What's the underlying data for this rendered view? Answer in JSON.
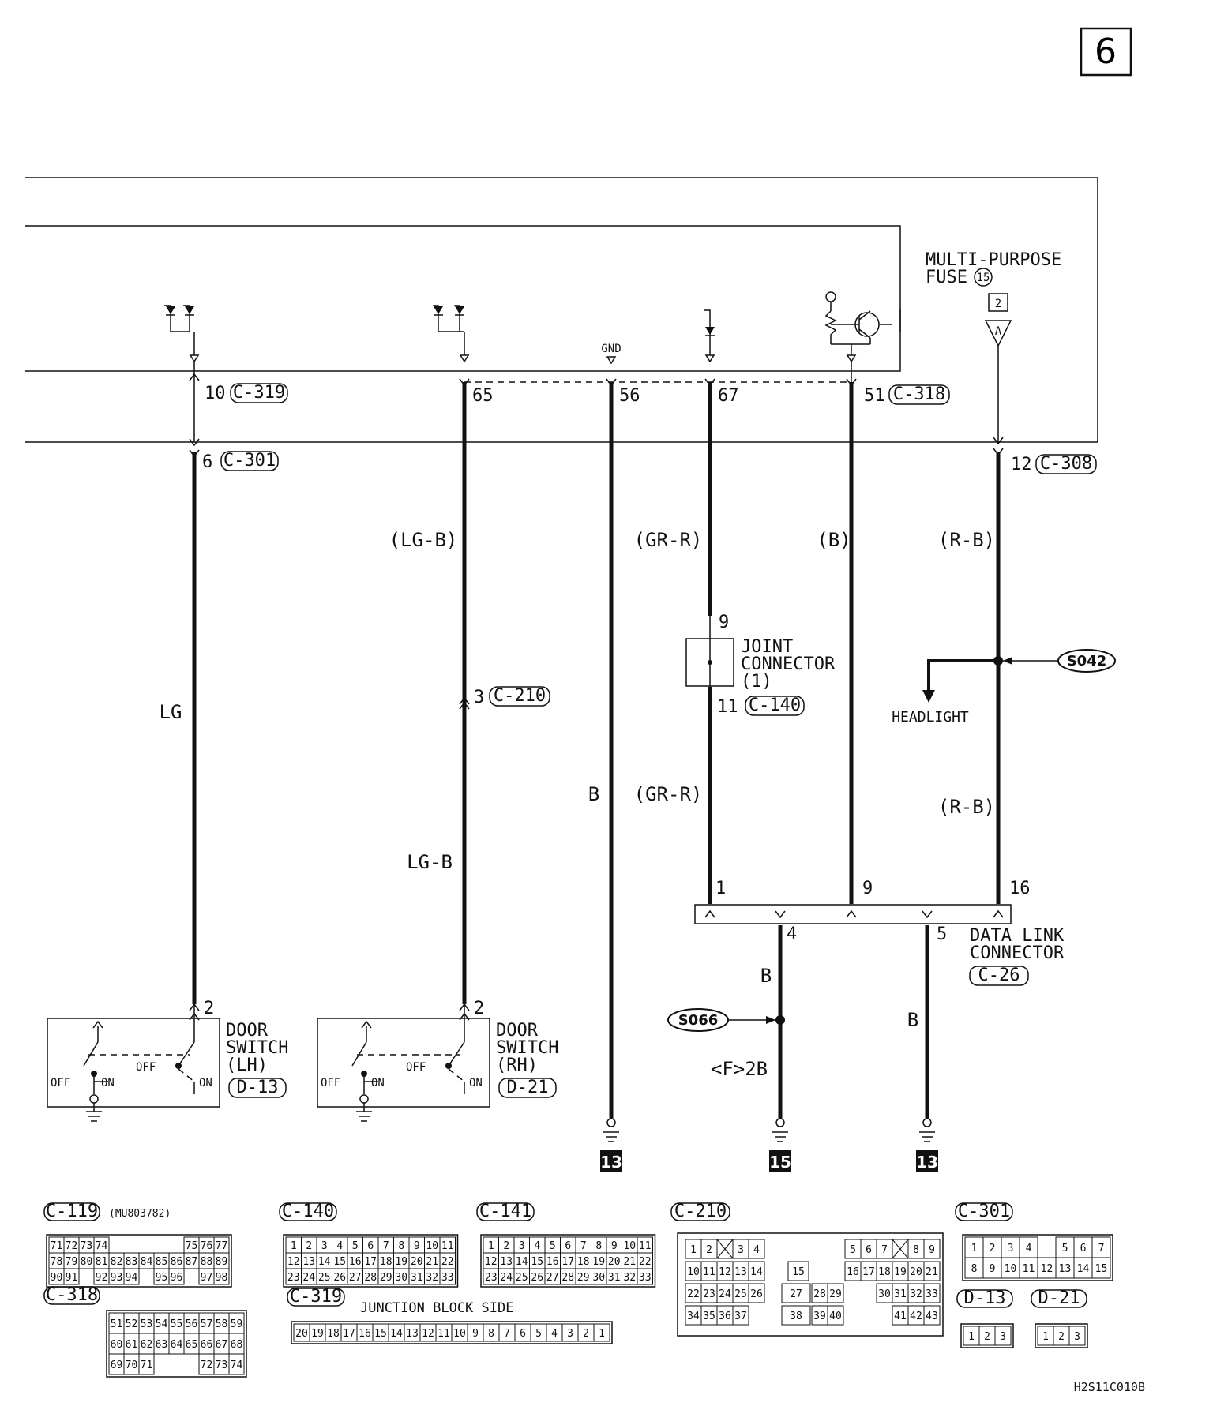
{
  "page_number": "6",
  "fuse": {
    "title_line1": "MULTI-PURPOSE",
    "title_line2": "FUSE",
    "number": "15",
    "box_label": "2",
    "terminal": "A"
  },
  "gnd_label": "GND",
  "ecu_pins": [
    {
      "pin": "10",
      "connector": "C-319"
    },
    {
      "pin": "65",
      "connector": ""
    },
    {
      "pin": "56",
      "connector": ""
    },
    {
      "pin": "67",
      "connector": ""
    },
    {
      "pin": "51",
      "connector": "C-318"
    },
    {
      "pin": "12",
      "connector": "C-308"
    }
  ],
  "pin6_label": "6",
  "pin6_connector": "C-301",
  "wire_colors": {
    "lg": "LG",
    "lg_b_paren": "(LG-B)",
    "lg_b": "LG-B",
    "b": "B",
    "gr_r_1": "(GR-R)",
    "gr_r_2": "(GR-R)",
    "b_paren": "(B)",
    "r_b_1": "(R-B)",
    "r_b_2": "(R-B)",
    "b_dlc4": "B",
    "b_dlc5": "B"
  },
  "c210": {
    "pin": "3",
    "connector": "C-210"
  },
  "joint_connector": {
    "line1": "JOINT",
    "line2": "CONNECTOR",
    "line3": "(1)",
    "pin_in": "9",
    "pin_out": "11",
    "connector": "C-140"
  },
  "splice_s042": "S042",
  "headlight_label": "HEADLIGHT",
  "splice_s066": "S066",
  "ground_f2b": "<F>2B",
  "dlc": {
    "line1": "DATA LINK",
    "line2": "CONNECTOR",
    "connector": "C-26",
    "pins_top": [
      "1",
      "9",
      "16"
    ],
    "pins_bottom": [
      "4",
      "5"
    ]
  },
  "door_lh": {
    "line1": "DOOR",
    "line2": "SWITCH",
    "line3": "(LH)",
    "connector": "D-13",
    "pin": "2",
    "off": "OFF",
    "on": "ON",
    "off2": "OFF",
    "on2": "ON"
  },
  "door_rh": {
    "line1": "DOOR",
    "line2": "SWITCH",
    "line3": "(RH)",
    "connector": "D-21",
    "pin": "2",
    "off": "OFF",
    "on": "ON",
    "off2": "OFF",
    "on2": "ON"
  },
  "ground_refs": [
    "13",
    "15",
    "13"
  ],
  "connector_views": {
    "c119": {
      "label": "C-119",
      "part": "(MU803782)",
      "rows": [
        [
          "71",
          "72",
          "73",
          "74",
          "",
          "",
          "",
          "",
          "",
          "75",
          "76",
          "77"
        ],
        [
          "78",
          "79",
          "80",
          "81",
          "82",
          "83",
          "84",
          "85",
          "86",
          "87",
          "88",
          "89"
        ],
        [
          "90",
          "91",
          "",
          "92",
          "93",
          "94",
          "",
          "95",
          "96",
          "",
          "97",
          "98"
        ]
      ]
    },
    "c318": {
      "label": "C-318",
      "rows": [
        [
          "51",
          "52",
          "53",
          "54",
          "55",
          "56",
          "57",
          "58",
          "59"
        ],
        [
          "60",
          "61",
          "62",
          "63",
          "64",
          "65",
          "66",
          "67",
          "68"
        ],
        [
          "69",
          "70",
          "71",
          "",
          "",
          "",
          "72",
          "73",
          "74"
        ]
      ]
    },
    "c140": {
      "label": "C-140",
      "rows": [
        [
          "1",
          "2",
          "3",
          "4",
          "5",
          "6",
          "7",
          "8",
          "9",
          "10",
          "11"
        ],
        [
          "12",
          "13",
          "14",
          "15",
          "16",
          "17",
          "18",
          "19",
          "20",
          "21",
          "22"
        ],
        [
          "23",
          "24",
          "25",
          "26",
          "27",
          "28",
          "29",
          "30",
          "31",
          "32",
          "33"
        ]
      ]
    },
    "c141": {
      "label": "C-141",
      "rows": [
        [
          "1",
          "2",
          "3",
          "4",
          "5",
          "6",
          "7",
          "8",
          "9",
          "10",
          "11"
        ],
        [
          "12",
          "13",
          "14",
          "15",
          "16",
          "17",
          "18",
          "19",
          "20",
          "21",
          "22"
        ],
        [
          "23",
          "24",
          "25",
          "26",
          "27",
          "28",
          "29",
          "30",
          "31",
          "32",
          "33"
        ]
      ]
    },
    "c319": {
      "label": "C-319",
      "caption": "JUNCTION BLOCK SIDE",
      "row": [
        "20",
        "19",
        "18",
        "17",
        "16",
        "15",
        "14",
        "13",
        "12",
        "11",
        "10",
        "9",
        "8",
        "7",
        "6",
        "5",
        "4",
        "3",
        "2",
        "1"
      ]
    },
    "c210": {
      "label": "C-210",
      "left_rows": [
        [
          "1",
          "2",
          "X",
          "3",
          "4"
        ],
        [
          "10",
          "11",
          "12",
          "13",
          "14"
        ],
        [
          "22",
          "23",
          "24",
          "25",
          "26"
        ],
        [
          "34",
          "35",
          "36",
          "37"
        ]
      ],
      "mid": [
        "15",
        "27",
        "28",
        "29",
        "38",
        "39",
        "40"
      ],
      "right_rows": [
        [
          "5",
          "6",
          "7",
          "X",
          "8",
          "9"
        ],
        [
          "16",
          "17",
          "18",
          "19",
          "20",
          "21"
        ],
        [
          "30",
          "31",
          "32",
          "33"
        ],
        [
          "41",
          "42",
          "43"
        ]
      ]
    },
    "c301": {
      "label": "C-301",
      "rows": [
        [
          "1",
          "2",
          "3",
          "4",
          "",
          "5",
          "6",
          "7"
        ],
        [
          "8",
          "9",
          "10",
          "11",
          "12",
          "13",
          "14",
          "15"
        ]
      ]
    },
    "d13": {
      "label": "D-13",
      "row": [
        "1",
        "2",
        "3"
      ]
    },
    "d21": {
      "label": "D-21",
      "row": [
        "1",
        "2",
        "3"
      ]
    }
  },
  "figure_code": "H2S11C010B"
}
